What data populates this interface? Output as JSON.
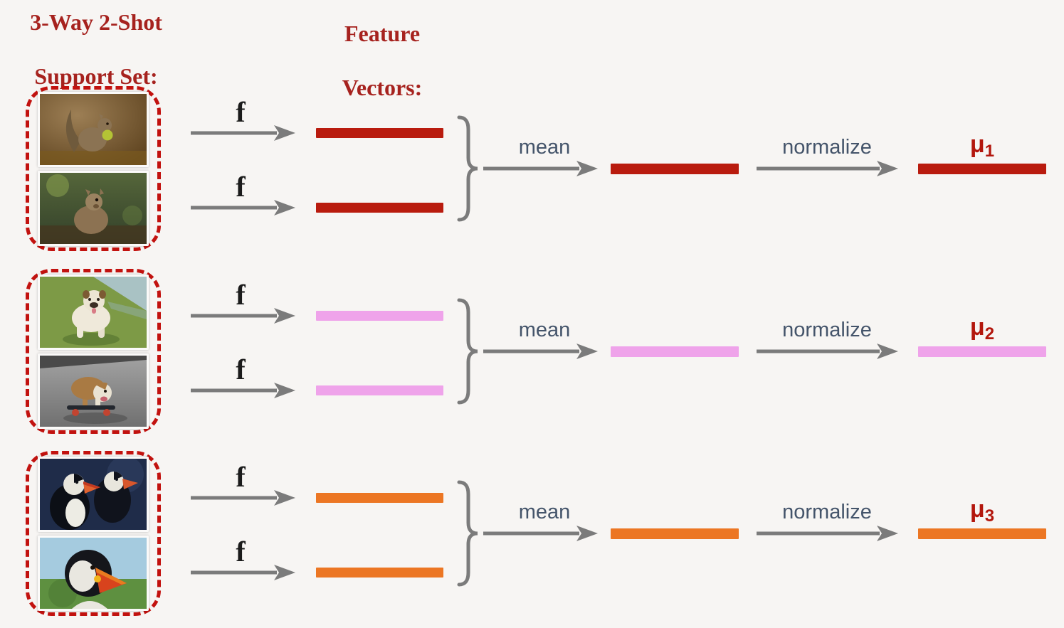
{
  "diagram": {
    "headers": {
      "support_set": [
        "3-Way 2-Shot",
        "Support Set:"
      ],
      "feature_vectors": [
        "Feature",
        "Vectors:"
      ]
    },
    "labels": {
      "f": "f",
      "mean": "mean",
      "normalize": "normalize"
    },
    "colors": {
      "background": "#f7f5f3",
      "heading_red": "#a6221e",
      "support_box_dash_red": "#c2120f",
      "arrow_gray": "#7b7b7b",
      "operation_label_navy": "#44546a",
      "mu_label_red": "#b3170d",
      "class_colors": {
        "class1_dark_red": "#b91b0e",
        "class2_pink": "#efa3ea",
        "class3_orange": "#ec7623"
      }
    },
    "rows": [
      {
        "class_color": "#b91b0e",
        "mu": {
          "base": "μ",
          "subscript": "1"
        },
        "images": [
          "squirrel-eating-apple-photo",
          "squirrel-in-forest-photo"
        ]
      },
      {
        "class_color": "#efa3ea",
        "mu": {
          "base": "μ",
          "subscript": "2"
        },
        "images": [
          "bulldog-standing-in-grass-photo",
          "bulldog-on-skateboard-photo"
        ]
      },
      {
        "class_color": "#ec7623",
        "mu": {
          "base": "μ",
          "subscript": "3"
        },
        "images": [
          "two-puffins-photo",
          "puffin-closeup-photo"
        ]
      }
    ]
  }
}
